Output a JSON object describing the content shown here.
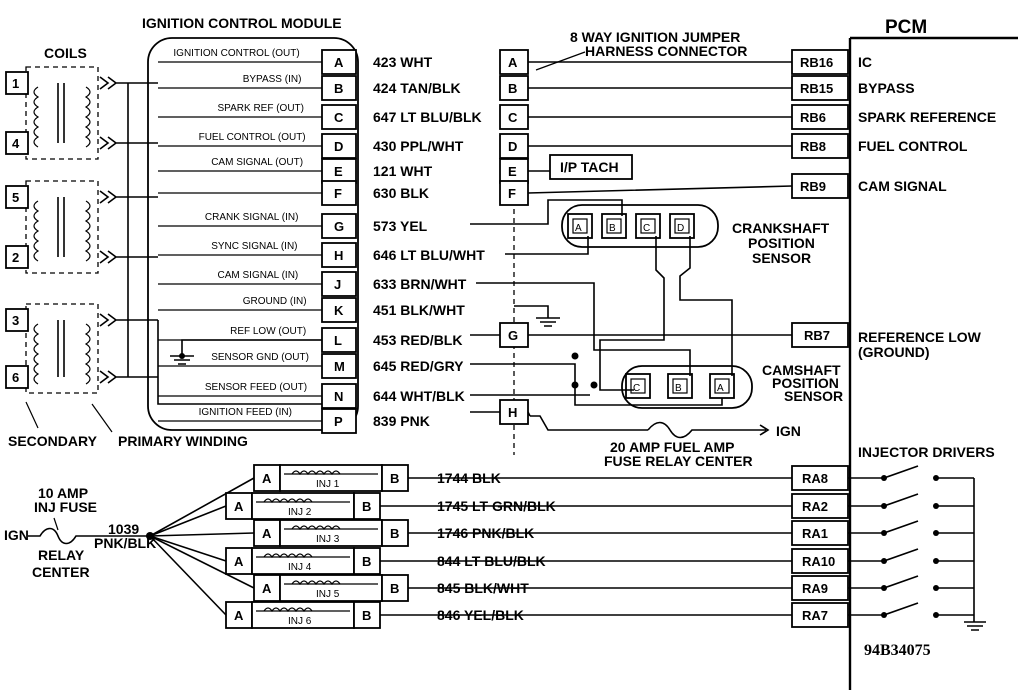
{
  "title_pcm": "PCM",
  "icm": {
    "title": "IGNITION CONTROL MODULE",
    "rows": [
      {
        "signal": "IGNITION CONTROL (OUT)",
        "pin": "A",
        "wire": "423 WHT"
      },
      {
        "signal": "BYPASS (IN)",
        "pin": "B",
        "wire": "424 TAN/BLK"
      },
      {
        "signal": "SPARK REF (OUT)",
        "pin": "C",
        "wire": "647 LT BLU/BLK"
      },
      {
        "signal": "FUEL CONTROL (OUT)",
        "pin": "D",
        "wire": "430 PPL/WHT"
      },
      {
        "signal": "CAM SIGNAL (OUT)",
        "pin": "E",
        "wire": "121 WHT"
      },
      {
        "signal": "",
        "pin": "F",
        "wire": "630 BLK"
      },
      {
        "signal": "CRANK SIGNAL (IN)",
        "pin": "G",
        "wire": "573 YEL"
      },
      {
        "signal": "SYNC SIGNAL (IN)",
        "pin": "H",
        "wire": "646 LT BLU/WHT"
      },
      {
        "signal": "CAM SIGNAL (IN)",
        "pin": "J",
        "wire": "633 BRN/WHT"
      },
      {
        "signal": "GROUND (IN)",
        "pin": "K",
        "wire": "451 BLK/WHT"
      },
      {
        "signal": "REF LOW (OUT)",
        "pin": "L",
        "wire": "453 RED/BLK"
      },
      {
        "signal": "SENSOR GND (OUT)",
        "pin": "M",
        "wire": "645 RED/GRY"
      },
      {
        "signal": "SENSOR FEED (OUT)",
        "pin": "N",
        "wire": "644 WHT/BLK"
      },
      {
        "signal": "IGNITION FEED (IN)",
        "pin": "P",
        "wire": "839 PNK"
      }
    ]
  },
  "coils": {
    "title": "COILS",
    "terminals": [
      "1",
      "4",
      "5",
      "2",
      "3",
      "6"
    ],
    "label_secondary": "SECONDARY",
    "label_primary": "PRIMARY WINDING"
  },
  "jumper": {
    "title_line1": "8 WAY IGNITION JUMPER",
    "title_line2": "HARNESS CONNECTOR",
    "pins": [
      "A",
      "B",
      "C",
      "D",
      "E",
      "F",
      "G",
      "H"
    ],
    "ip_tach": "I/P TACH"
  },
  "pcm": {
    "rows": [
      {
        "pin": "RB16",
        "label": "IC"
      },
      {
        "pin": "RB15",
        "label": "BYPASS"
      },
      {
        "pin": "RB6",
        "label": "SPARK REFERENCE"
      },
      {
        "pin": "RB8",
        "label": "FUEL CONTROL"
      },
      {
        "pin": "RB9",
        "label": "CAM SIGNAL"
      }
    ],
    "ref_low_pin": "RB7",
    "ref_low_line1": "REFERENCE LOW",
    "ref_low_line2": "(GROUND)",
    "injector_title": "INJECTOR DRIVERS",
    "injector_pins": [
      "RA8",
      "RA2",
      "RA1",
      "RA10",
      "RA9",
      "RA7"
    ]
  },
  "crank_sensor": {
    "pins": [
      "A",
      "B",
      "C",
      "D"
    ],
    "line1": "CRANKSHAFT",
    "line2": "POSITION",
    "line3": "SENSOR"
  },
  "cam_sensor": {
    "pins": [
      "C",
      "B",
      "A"
    ],
    "line1": "CAMSHAFT",
    "line2": "POSITION",
    "line3": "SENSOR"
  },
  "fuse_relay": {
    "line1": "20 AMP FUEL AMP",
    "line2": "FUSE RELAY CENTER",
    "ign": "IGN"
  },
  "injectors": {
    "items": [
      {
        "name": "INJ 1",
        "a": "A",
        "b": "B",
        "wire": "1744 BLK"
      },
      {
        "name": "INJ 2",
        "a": "A",
        "b": "B",
        "wire": "1745  LT GRN/BLK"
      },
      {
        "name": "INJ 3",
        "a": "A",
        "b": "B",
        "wire": "1746 PNK/BLK"
      },
      {
        "name": "INJ 4",
        "a": "A",
        "b": "B",
        "wire": "844 LT BLU/BLK"
      },
      {
        "name": "INJ 5",
        "a": "A",
        "b": "B",
        "wire": "845 BLK/WHT"
      },
      {
        "name": "INJ 6",
        "a": "A",
        "b": "B",
        "wire": "846 YEL/BLK"
      }
    ],
    "fuse_line1": "10 AMP",
    "fuse_line2": "INJ FUSE",
    "ign": "IGN",
    "relay_line1": "RELAY",
    "relay_line2": "CENTER",
    "feed_line1": "1039",
    "feed_line2": "PNK/BLK"
  },
  "figure_code": "94B34075"
}
